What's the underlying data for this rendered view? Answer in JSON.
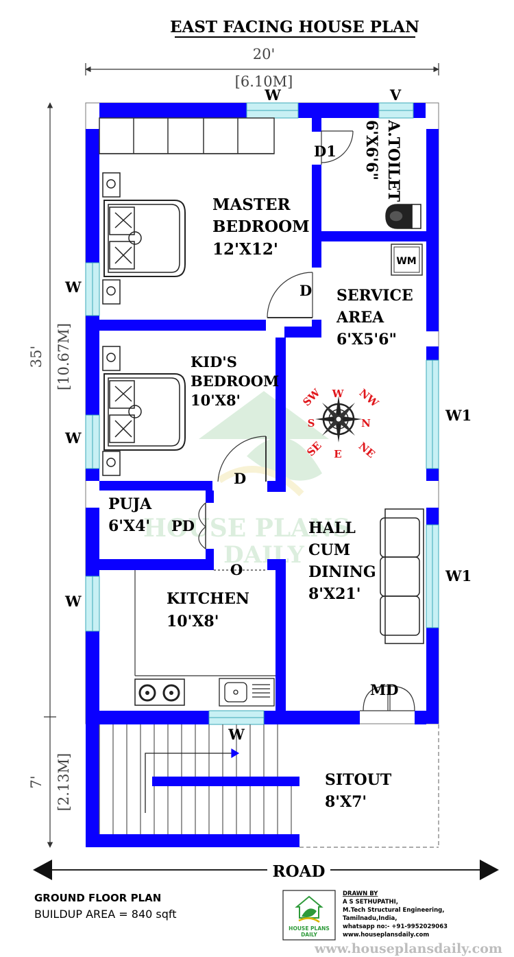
{
  "title": "EAST FACING HOUSE PLAN",
  "dimensions": {
    "width_ft": "20'",
    "width_m": "[6.10M]",
    "depth_ft": "35'",
    "depth_m": "[10.67M]",
    "sitout_ft": "7'",
    "sitout_m": "[2.13M]"
  },
  "rooms": {
    "master_bedroom": {
      "name_1": "MASTER",
      "name_2": "BEDROOM",
      "size": "12'X12'"
    },
    "toilet": {
      "name": "A.TOILET",
      "size": "6'X6'6\""
    },
    "service_area": {
      "name": "SERVICE",
      "name_2": "AREA",
      "size": "6'X5'6\""
    },
    "kids_bedroom": {
      "name_1": "KID'S",
      "name_2": "BEDROOM",
      "size": "10'X8'"
    },
    "puja": {
      "name": "PUJA",
      "size": "6'X4'"
    },
    "hall": {
      "name_1": "HALL",
      "name_2": "CUM",
      "name_3": "DINING",
      "size": "8'X21'"
    },
    "kitchen": {
      "name": "KITCHEN",
      "size": "10'X8'"
    },
    "sitout": {
      "name": "SITOUT",
      "size": "8'X7'"
    }
  },
  "labels": {
    "w_top": "W",
    "v_top": "V",
    "d1": "D1",
    "d_master": "D",
    "wm": "WM",
    "w_left_1": "W",
    "w_left_2": "W",
    "w_left_3": "W",
    "w1_right_1": "W1",
    "w1_right_2": "W1",
    "d_kids": "D",
    "pd": "PD",
    "o": "O",
    "md": "MD",
    "w_bottom": "W"
  },
  "compass": {
    "w": "W",
    "nw": "NW",
    "n": "N",
    "ne": "NE",
    "e": "E",
    "se": "SE",
    "s": "S",
    "sw": "SW"
  },
  "road": "ROAD",
  "footer": {
    "floor": "GROUND FLOOR PLAN",
    "area": "BUILDUP AREA = 840 sqft",
    "drawn_by": "DRAWN BY",
    "name": "A S SETHUPATHI,",
    "qualification": "M.Tech Structural Engineering,",
    "location": "Tamilnadu,India,",
    "whatsapp": "whatsapp no:- +91-9952029063",
    "website": "www.houseplansdaily.com",
    "logo_line1": "HOUSE PLANS",
    "logo_line2": "DAILY",
    "watermark_url": "www.houseplansdaily.com"
  },
  "watermark": {
    "line1": "HOUSE PLANS",
    "line2": "DAILY"
  },
  "colors": {
    "wall": "#0a00ff",
    "window": "#c8f0f4",
    "compass": "#e0161b",
    "brand_green": "#2e9a3a"
  }
}
